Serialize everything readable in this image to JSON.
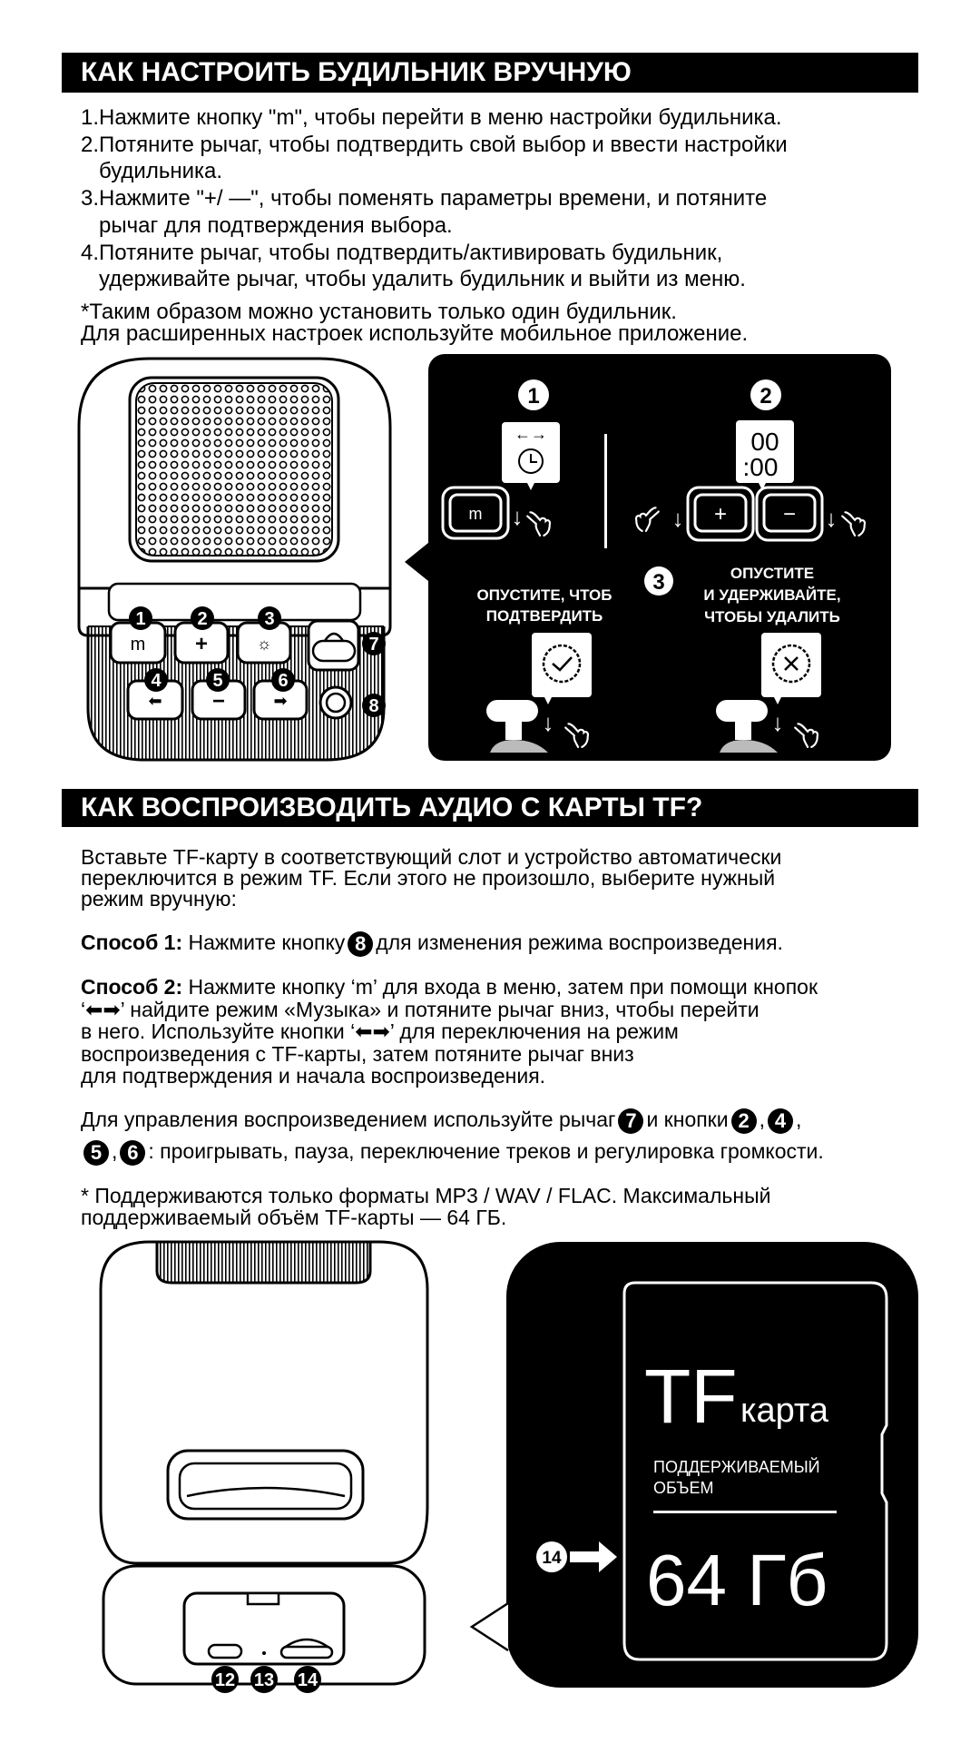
{
  "section1": {
    "title": "КАК НАСТРОИТЬ БУДИЛЬНИК ВРУЧНУЮ",
    "steps": [
      "1.Нажмите кнопку \"m\", чтобы перейти в меню настройки будильника.",
      "2.Потяните рычаг, чтобы подтвердить свой выбор и ввести настройки",
      "будильника.",
      "3.Нажмите \"+/ —\", чтобы поменять параметры времени, и потяните",
      "рычаг для подтверждения выбора.",
      "4.Потяните рычаг, чтобы подтвердить/активировать будильник,",
      "удерживайте рычаг, чтобы удалить будильник и выйти из меню."
    ],
    "note": [
      "*Таким образом можно установить только один будильник.",
      "Для расширенных настроек используйте мобильное приложение."
    ]
  },
  "device_front": {
    "buttons": {
      "m": "m",
      "plus": "+",
      "minus": "−",
      "brightness": "☼",
      "left": "⬅",
      "right": "➡"
    },
    "labels": [
      "1",
      "2",
      "3",
      "4",
      "5",
      "6",
      "7",
      "8"
    ]
  },
  "alarm_panel": {
    "step1": "1",
    "step2": "2",
    "step3": "3",
    "m_button": "m",
    "plus_button": "+",
    "minus_button": "−",
    "display_top": "00",
    "display_bottom": ":00",
    "arrows": "←→",
    "confirm_label": [
      "ОПУСТИТЕ, ЧТОБ",
      "ПОДТВЕРДИТЬ"
    ],
    "delete_label": [
      "ОПУСТИТЕ",
      "И УДЕРЖИВАЙТЕ,",
      "ЧТОБЫ УДАЛИТЬ"
    ]
  },
  "section2": {
    "title": "КАК ВОСПРОИЗВОДИТЬ АУДИО С КАРТЫ TF?",
    "intro": [
      "Вставьте TF-карту в соответствующий слот и устройство автоматически",
      "переключится в режим TF. Если этого не произошло, выберите нужный",
      "режим вручную:"
    ],
    "method1": {
      "label": "Способ 1:",
      "before": " Нажмите кнопку",
      "badge": "8",
      "after": "для изменения режима воспроизведения."
    },
    "method2": {
      "label": "Способ 2:",
      "lines": [
        " Нажмите кнопку ‘m’ для входа в меню, затем при помощи кнопок",
        "‘⬅➡’  найдите режим «Музыка» и потяните рычаг вниз, чтобы перейти",
        "в него. Используйте кнопки ‘⬅➡’  для переключения на режим",
        "воспроизведения с TF-карты, затем потяните рычаг вниз",
        "для подтверждения и начала воспроизведения."
      ]
    },
    "controls": {
      "text1": "Для управления воспроизведением используйте рычаг",
      "badge_lever": "7",
      "text2": "и кнопки",
      "badges": [
        "2",
        "4",
        "5",
        "6"
      ],
      "sep": ",",
      "text3": ": проигрывать, пауза, переключение треков и регулировка громкости."
    },
    "note": [
      "* Поддерживаются только форматы MP3 / WAV / FLAC. Максимальный",
      "поддерживаемый объём TF-карты — 64 ГБ."
    ]
  },
  "device_back": {
    "labels": [
      "12",
      "13",
      "14"
    ]
  },
  "tf_card": {
    "brand": "TF",
    "word": "карта",
    "capacity_label": [
      "ПОДДЕРЖИВАЕМЫЙ",
      "ОБЪЕМ"
    ],
    "capacity": "64 Гб",
    "slot_label": "14"
  }
}
